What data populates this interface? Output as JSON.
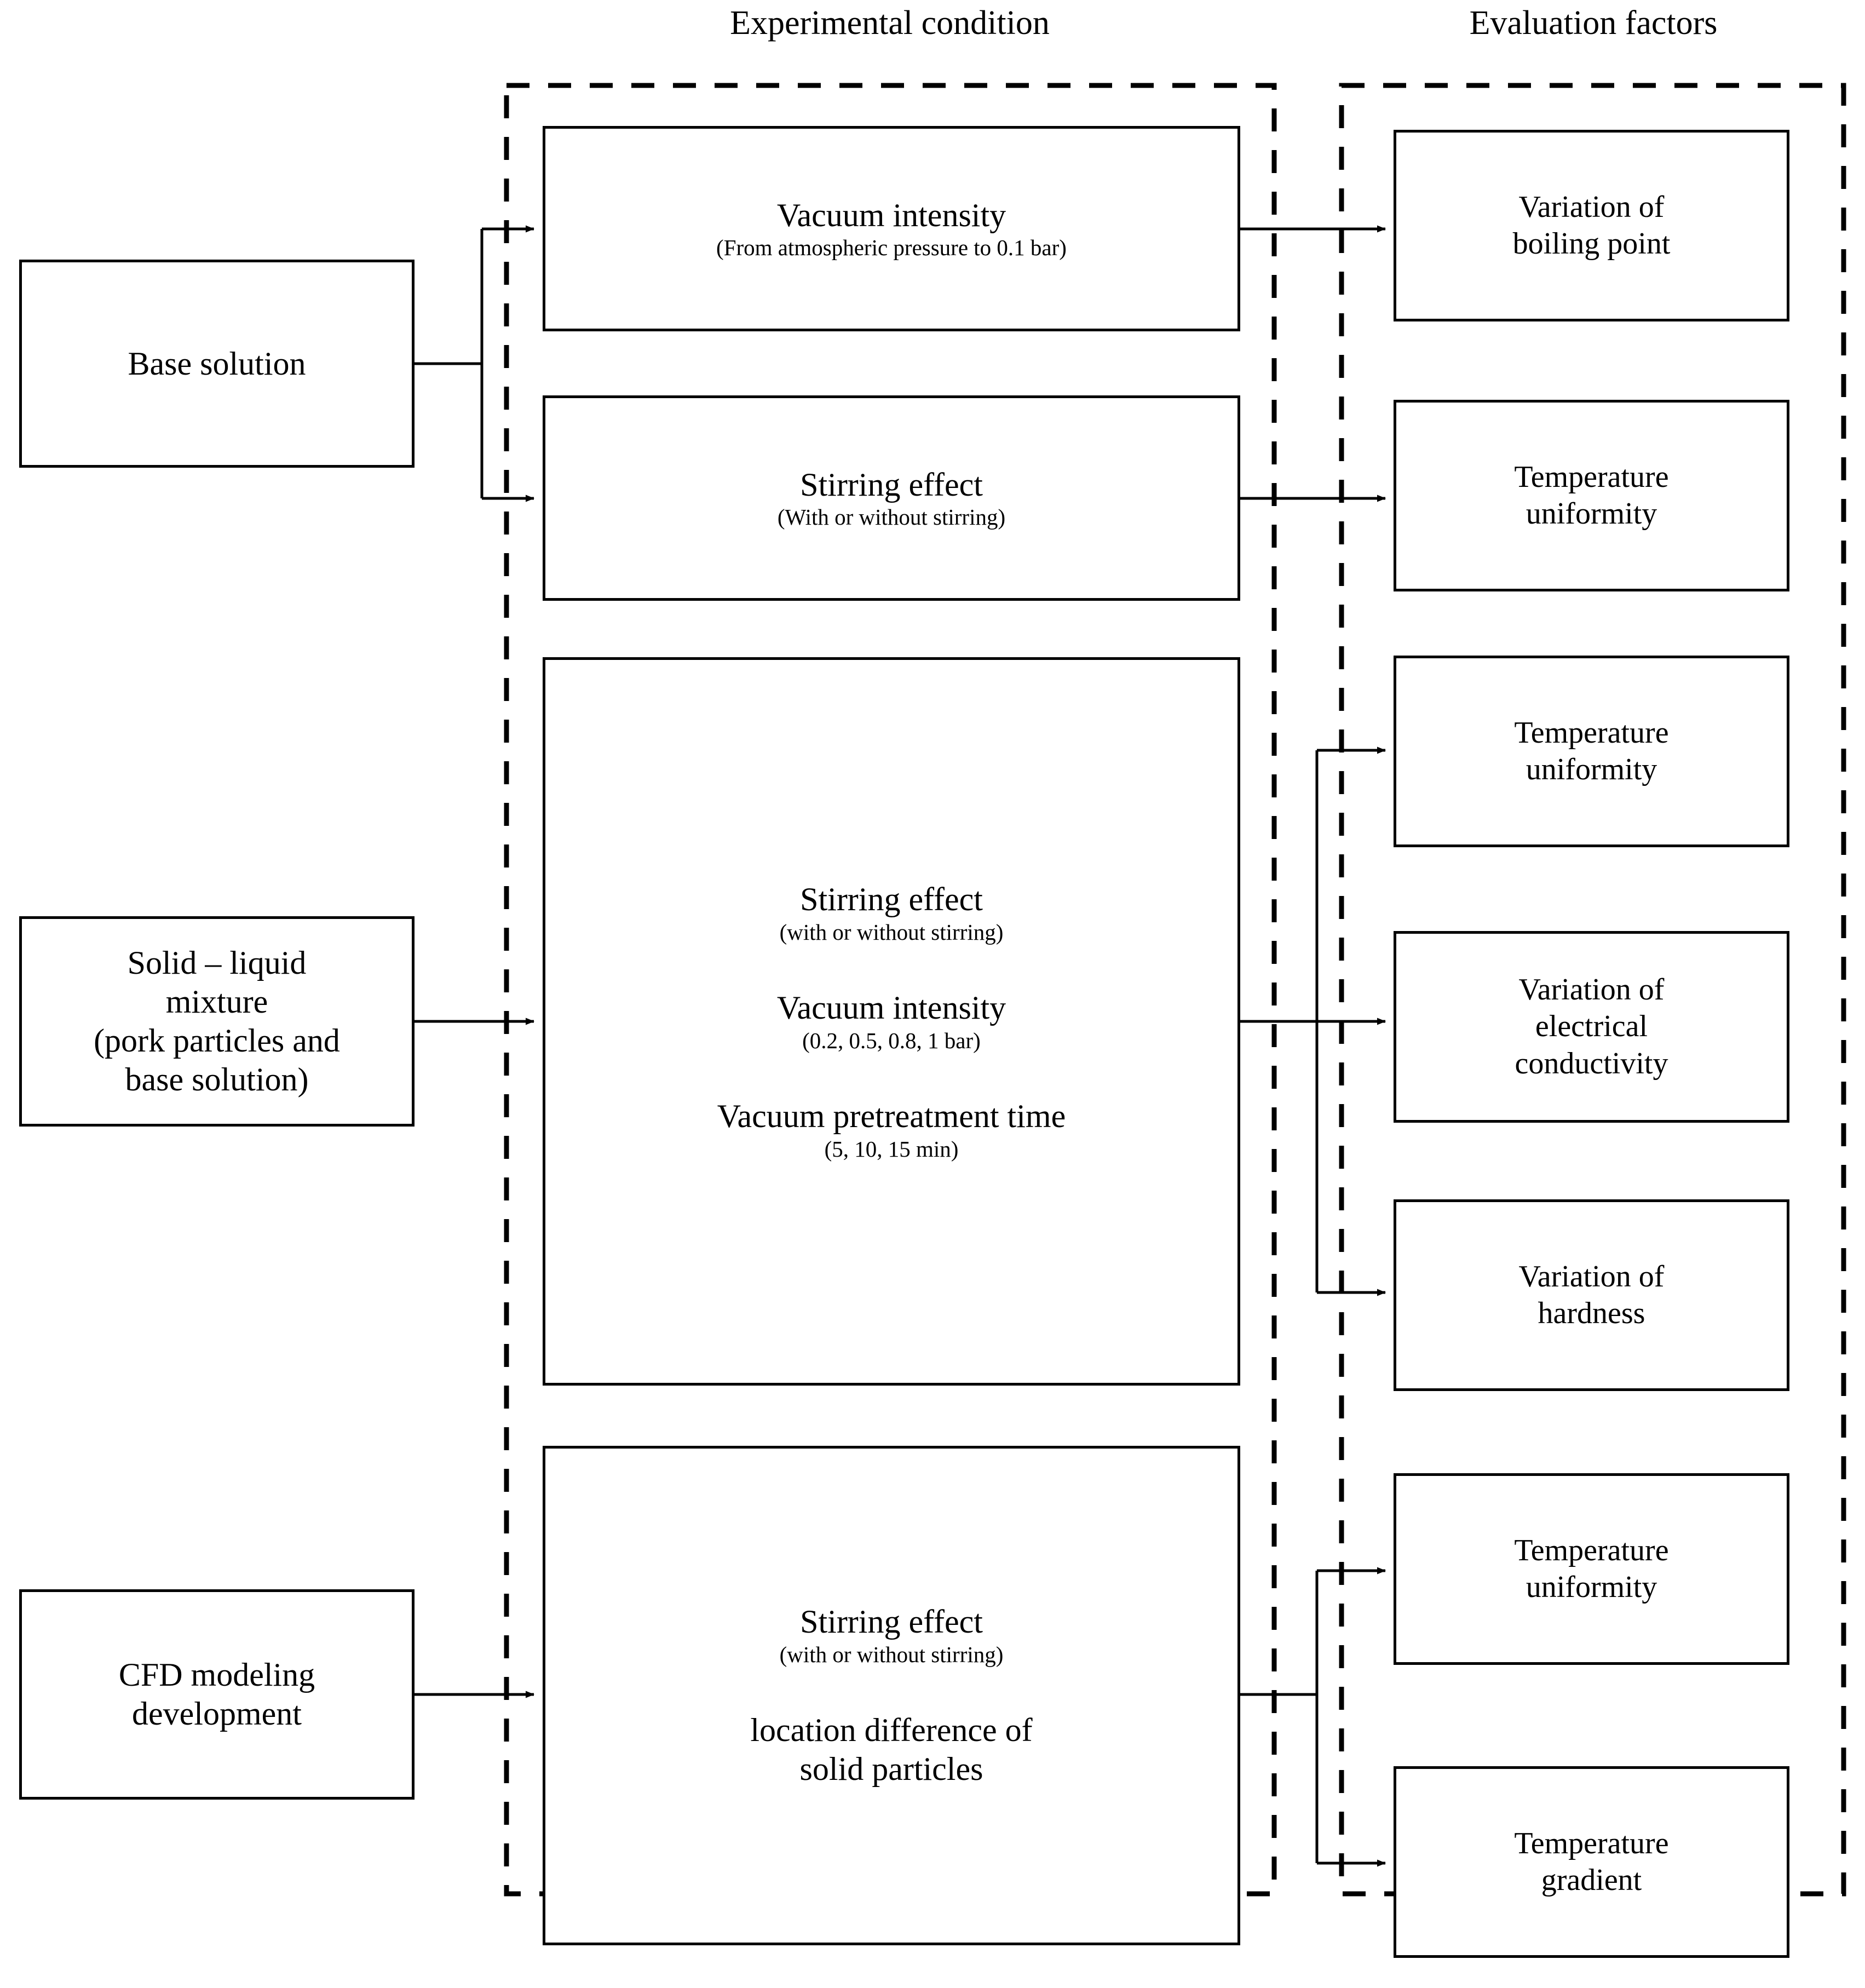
{
  "diagram": {
    "title_experimental": "Experimental condition",
    "title_evaluation": "Evaluation factors",
    "type": "flowchart",
    "columns": [
      "inputs",
      "experimental condition",
      "evaluation factors"
    ]
  },
  "inputs": [
    {
      "id": "base-solution",
      "label": "Base solution"
    },
    {
      "id": "solid-liquid-mixture",
      "line1": "Solid – liquid",
      "line2": "mixture",
      "line3": "(pork particles and",
      "line4": "base solution)"
    },
    {
      "id": "cfd-modeling",
      "line1": "CFD modeling",
      "line2": "development"
    }
  ],
  "conditions": [
    {
      "id": "vacuum-intensity-top",
      "title": "Vacuum intensity",
      "sub": "(From atmospheric pressure to 0.1 bar)"
    },
    {
      "id": "stirring-effect-top",
      "title": "Stirring effect",
      "sub": "(With or without stirring)"
    },
    {
      "id": "mixture-conditions",
      "title1": "Stirring effect",
      "sub1": "(with or without stirring)",
      "title2": "Vacuum intensity",
      "sub2": "(0.2, 0.5, 0.8, 1 bar)",
      "title3": "Vacuum pretreatment time",
      "sub3": "(5, 10, 15 min)"
    },
    {
      "id": "cfd-conditions",
      "title1": "Stirring effect",
      "sub1": "(with or without stirring)",
      "title2a": "location difference of",
      "title2b": "solid particles"
    }
  ],
  "evaluation_factors": [
    {
      "id": "variation-boiling-point",
      "line1": "Variation of",
      "line2": "boiling point"
    },
    {
      "id": "temperature-uniformity-1",
      "line1": "Temperature",
      "line2": "uniformity"
    },
    {
      "id": "temperature-uniformity-2",
      "line1": "Temperature",
      "line2": "uniformity"
    },
    {
      "id": "variation-electrical-conductivity",
      "line1": "Variation of",
      "line2": "electrical",
      "line3": "conductivity"
    },
    {
      "id": "variation-hardness",
      "line1": "Variation of",
      "line2": "hardness"
    },
    {
      "id": "temperature-uniformity-3",
      "line1": "Temperature",
      "line2": "uniformity"
    },
    {
      "id": "temperature-gradient",
      "line1": "Temperature",
      "line2": "gradient"
    }
  ],
  "style": {
    "stroke": "#000000",
    "background": "#ffffff"
  }
}
